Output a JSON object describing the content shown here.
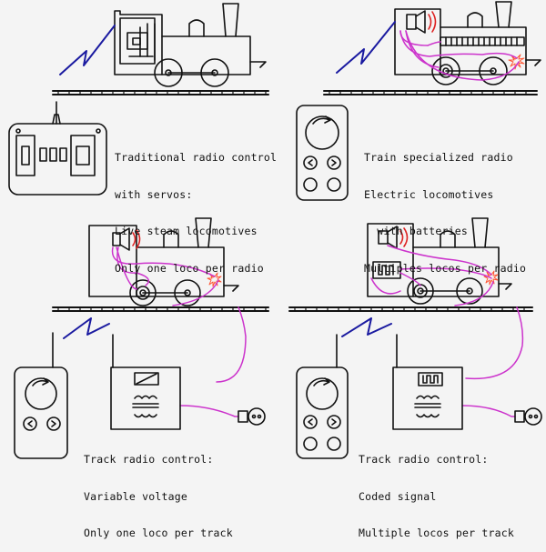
{
  "panels": [
    {
      "id": "traditional",
      "lines": [
        "Traditional radio control",
        "with servos:",
        "Live steam locomotives",
        "Only one loco per radio"
      ]
    },
    {
      "id": "train-specialized",
      "lines": [
        "Train specialized radio",
        "Electric locomotives",
        "  with batteries",
        "Multiples locos per radio"
      ]
    },
    {
      "id": "track-variable",
      "lines": [
        "Track radio control:",
        "Variable voltage",
        "Only one loco per track"
      ]
    },
    {
      "id": "track-coded",
      "lines": [
        "Track radio control:",
        "Coded signal",
        "Multiple locos per track"
      ]
    }
  ],
  "colors": {
    "ink": "#111111",
    "wire": "#cc33cc",
    "speaker_wave": "#dd2222",
    "spark": "#ff5533",
    "background": "#f4f4f4",
    "blue_signal": "#1a1aa0"
  },
  "icons": [
    "locomotive-icon",
    "servo-icon",
    "radio-transmitter-icon",
    "handheld-controller-icon",
    "speaker-icon",
    "motor-icon",
    "decoder-chip-icon",
    "transformer-icon",
    "power-plug-icon",
    "radio-wave-icon"
  ]
}
